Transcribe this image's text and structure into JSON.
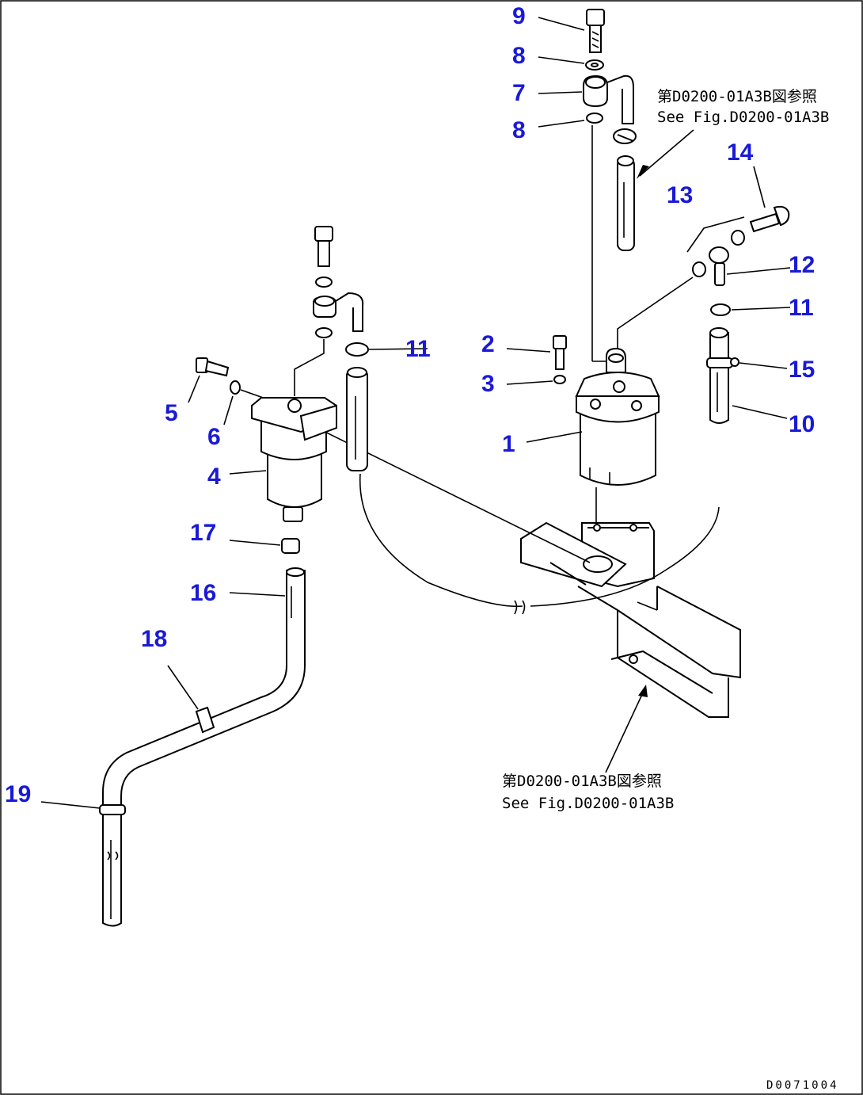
{
  "callouts": [
    {
      "id": "c9",
      "text": "9"
    },
    {
      "id": "c8a",
      "text": "8"
    },
    {
      "id": "c7",
      "text": "7"
    },
    {
      "id": "c8b",
      "text": "8"
    },
    {
      "id": "c14",
      "text": "14"
    },
    {
      "id": "c13",
      "text": "13"
    },
    {
      "id": "c12",
      "text": "12"
    },
    {
      "id": "c11a",
      "text": "11"
    },
    {
      "id": "c11b",
      "text": "11"
    },
    {
      "id": "c2",
      "text": "2"
    },
    {
      "id": "c3",
      "text": "3"
    },
    {
      "id": "c15",
      "text": "15"
    },
    {
      "id": "c1",
      "text": "1"
    },
    {
      "id": "c10",
      "text": "10"
    },
    {
      "id": "c5",
      "text": "5"
    },
    {
      "id": "c6",
      "text": "6"
    },
    {
      "id": "c4",
      "text": "4"
    },
    {
      "id": "c17",
      "text": "17"
    },
    {
      "id": "c16",
      "text": "16"
    },
    {
      "id": "c18",
      "text": "18"
    },
    {
      "id": "c19",
      "text": "19"
    }
  ],
  "notes": {
    "top_jp": "第D0200-01A3B図参照",
    "top_en": "See Fig.D0200-01A3B",
    "bottom_jp": "第D0200-01A3B図参照",
    "bottom_en": "See Fig.D0200-01A3B"
  },
  "figure_code": "D0071004",
  "colors": {
    "callout": "#1a1ad6",
    "line": "#000000"
  }
}
